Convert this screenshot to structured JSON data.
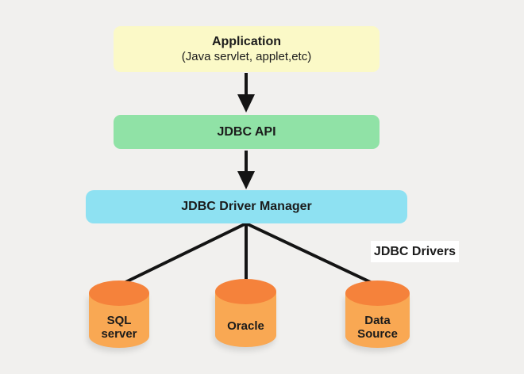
{
  "background_color": "#F1F0EE",
  "line_color": "#141414",
  "nodes": {
    "application": {
      "title": "Application",
      "subtitle": "(Java servlet, applet,etc)",
      "fill": "#FBF9C7"
    },
    "jdbc_api": {
      "label": "JDBC API",
      "fill": "#90E2A6"
    },
    "jdbc_driver_manager": {
      "label": "JDBC Driver Manager",
      "fill": "#8EE1F2"
    }
  },
  "annotation": {
    "label": "JDBC Drivers",
    "fill": "#FFFFFF"
  },
  "databases": [
    {
      "name": "sql-server",
      "line1": "SQL",
      "line2": "server"
    },
    {
      "name": "oracle",
      "line1": "Oracle",
      "line2": ""
    },
    {
      "name": "data-source",
      "line1": "Data",
      "line2": "Source"
    }
  ],
  "cylinder_colors": {
    "body_fill": "#F9A853",
    "top_fill": "#F5823B"
  }
}
